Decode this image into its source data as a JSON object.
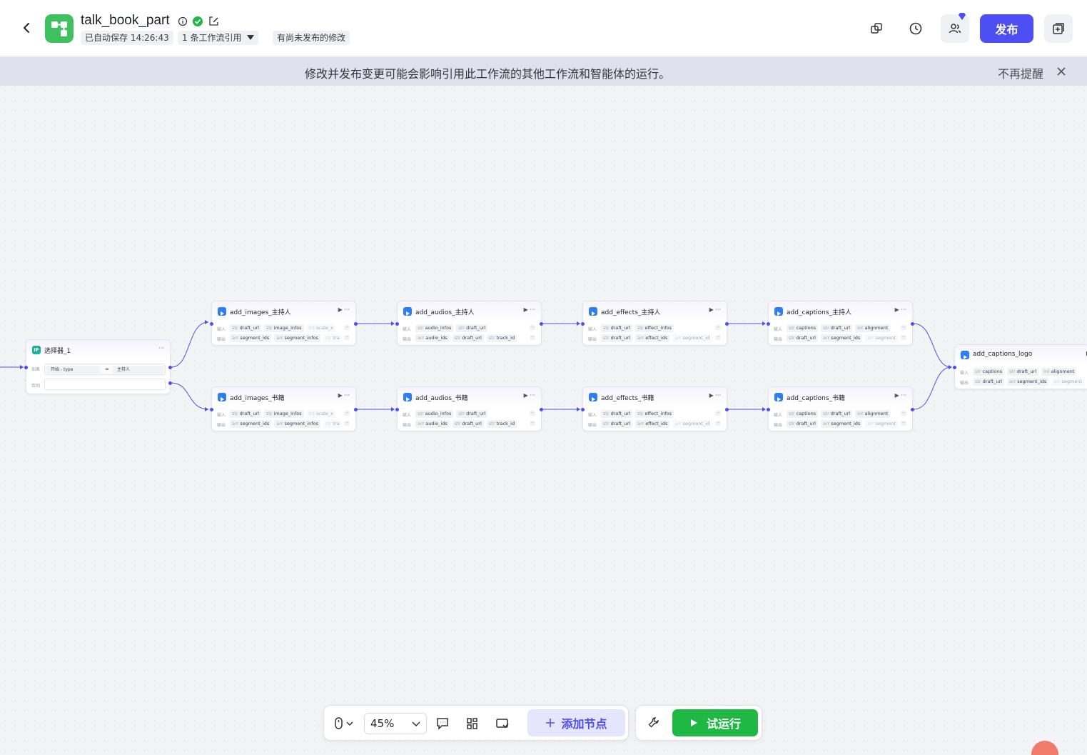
{
  "header": {
    "title": "talk_book_part",
    "autosave": "已自动保存 14:26:43",
    "references": "1 条工作流引用",
    "unpublished": "有尚未发布的修改",
    "publish_label": "发布"
  },
  "banner": {
    "text": "修改并发布变更可能会影响引用此工作流的其他工作流和智能体的运行。",
    "dismiss": "不再提醒"
  },
  "colors": {
    "accent": "#4e4ff2",
    "run": "#20b845",
    "app_icon": "#3ec260"
  },
  "selector_node": {
    "title": "选择器_1",
    "if_label": "如果",
    "else_label": "否则",
    "left_operand": "开始 - type",
    "operator": "=",
    "right_operand": "主持人"
  },
  "row_labels": {
    "input": "输入",
    "output": "输出"
  },
  "nodes": [
    {
      "title": "add_images_主持人",
      "inputs": [
        [
          "str",
          "draft_url"
        ],
        [
          "str",
          "image_infos"
        ],
        [
          "int",
          "scale_x"
        ]
      ],
      "outputs": [
        [
          "arr",
          "segment_ids"
        ],
        [
          "arr",
          "segment_infos"
        ],
        [
          "str",
          "tra"
        ]
      ]
    },
    {
      "title": "add_audios_主持人",
      "inputs": [
        [
          "str",
          "audio_infos"
        ],
        [
          "str",
          "draft_url"
        ]
      ],
      "outputs": [
        [
          "arr",
          "audio_ids"
        ],
        [
          "str",
          "draft_url"
        ],
        [
          "str",
          "track_id"
        ]
      ]
    },
    {
      "title": "add_effects_主持人",
      "inputs": [
        [
          "str",
          "draft_url"
        ],
        [
          "str",
          "effect_infos"
        ]
      ],
      "outputs": [
        [
          "str",
          "draft_url"
        ],
        [
          "arr",
          "effect_ids"
        ],
        [
          "arr",
          "segment_id"
        ]
      ]
    },
    {
      "title": "add_captions_主持人",
      "inputs": [
        [
          "str",
          "captions"
        ],
        [
          "str",
          "draft_url"
        ],
        [
          "int",
          "alignment"
        ]
      ],
      "outputs": [
        [
          "str",
          "draft_url"
        ],
        [
          "arr",
          "segment_ids"
        ],
        [
          "arr",
          "segment"
        ]
      ]
    },
    {
      "title": "add_images_书籍",
      "inputs": [
        [
          "str",
          "draft_url"
        ],
        [
          "str",
          "image_infos"
        ],
        [
          "int",
          "scale_x"
        ]
      ],
      "outputs": [
        [
          "arr",
          "segment_ids"
        ],
        [
          "arr",
          "segment_infos"
        ],
        [
          "str",
          "tra"
        ]
      ]
    },
    {
      "title": "add_audios_书籍",
      "inputs": [
        [
          "str",
          "audio_infos"
        ],
        [
          "str",
          "draft_url"
        ]
      ],
      "outputs": [
        [
          "arr",
          "audio_ids"
        ],
        [
          "str",
          "draft_url"
        ],
        [
          "str",
          "track_id"
        ]
      ]
    },
    {
      "title": "add_effects_书籍",
      "inputs": [
        [
          "str",
          "draft_url"
        ],
        [
          "str",
          "effect_infos"
        ]
      ],
      "outputs": [
        [
          "str",
          "draft_url"
        ],
        [
          "arr",
          "effect_ids"
        ],
        [
          "arr",
          "segment_id"
        ]
      ]
    },
    {
      "title": "add_captions_书籍",
      "inputs": [
        [
          "str",
          "captions"
        ],
        [
          "str",
          "draft_url"
        ],
        [
          "int",
          "alignment"
        ]
      ],
      "outputs": [
        [
          "str",
          "draft_url"
        ],
        [
          "arr",
          "segment_ids"
        ],
        [
          "arr",
          "segment"
        ]
      ]
    },
    {
      "title": "add_captions_logo",
      "inputs": [
        [
          "str",
          "captions"
        ],
        [
          "str",
          "draft_url"
        ],
        [
          "int",
          "alignment"
        ]
      ],
      "outputs": [
        [
          "str",
          "draft_url"
        ],
        [
          "arr",
          "segment_ids"
        ],
        [
          "arr",
          "segment"
        ]
      ]
    }
  ],
  "toolbar": {
    "zoom": "45%",
    "add_node_label": "添加节点",
    "run_label": "试运行"
  },
  "icons": [
    "chevron-left-icon",
    "workflow-icon",
    "info-icon",
    "check-circle-icon",
    "edit-icon",
    "copy-icon",
    "history-icon",
    "users-icon",
    "add-window-icon",
    "close-icon",
    "mouse-icon",
    "chevron-down-icon",
    "comment-icon",
    "layout-icon",
    "minimap-icon",
    "plus-icon",
    "wrench-icon",
    "play-icon"
  ]
}
